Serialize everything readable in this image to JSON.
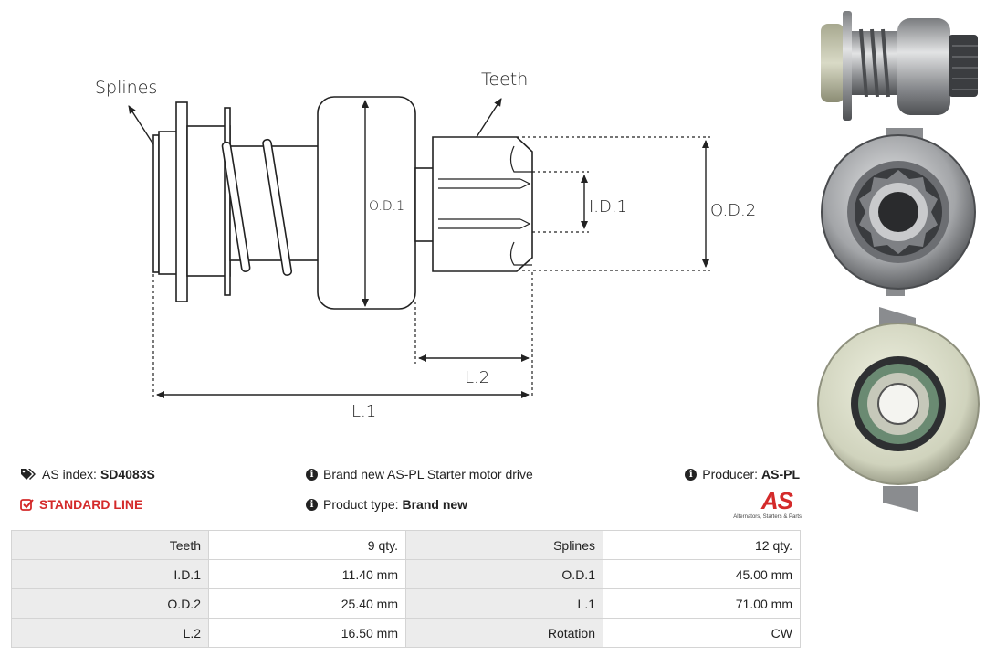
{
  "diagram": {
    "labels": {
      "splines": "Splines",
      "teeth": "Teeth",
      "od1": "O.D.1",
      "id1": "I.D.1",
      "od2": "O.D.2",
      "l1": "L.1",
      "l2": "L.2"
    }
  },
  "info": {
    "as_index_label": "AS index:",
    "as_index_value": "SD4083S",
    "standard_line": "STANDARD LINE",
    "description": "Brand new AS-PL Starter motor drive",
    "product_type_label": "Product type:",
    "product_type_value": "Brand new",
    "producer_label": "Producer:",
    "producer_value": "AS-PL"
  },
  "logo": {
    "mark": "AS",
    "tagline": "Alternators, Starters & Parts"
  },
  "specs": [
    {
      "label_a": "Teeth",
      "value_a": "9 qty.",
      "label_b": "Splines",
      "value_b": "12 qty."
    },
    {
      "label_a": "I.D.1",
      "value_a": "11.40 mm",
      "label_b": "O.D.1",
      "value_b": "45.00 mm"
    },
    {
      "label_a": "O.D.2",
      "value_a": "25.40 mm",
      "label_b": "L.1",
      "value_b": "71.00 mm"
    },
    {
      "label_a": "L.2",
      "value_a": "16.50 mm",
      "label_b": "Rotation",
      "value_b": "CW"
    }
  ],
  "colors": {
    "accent": "#d42a2a",
    "table_label_bg": "#ececec"
  }
}
